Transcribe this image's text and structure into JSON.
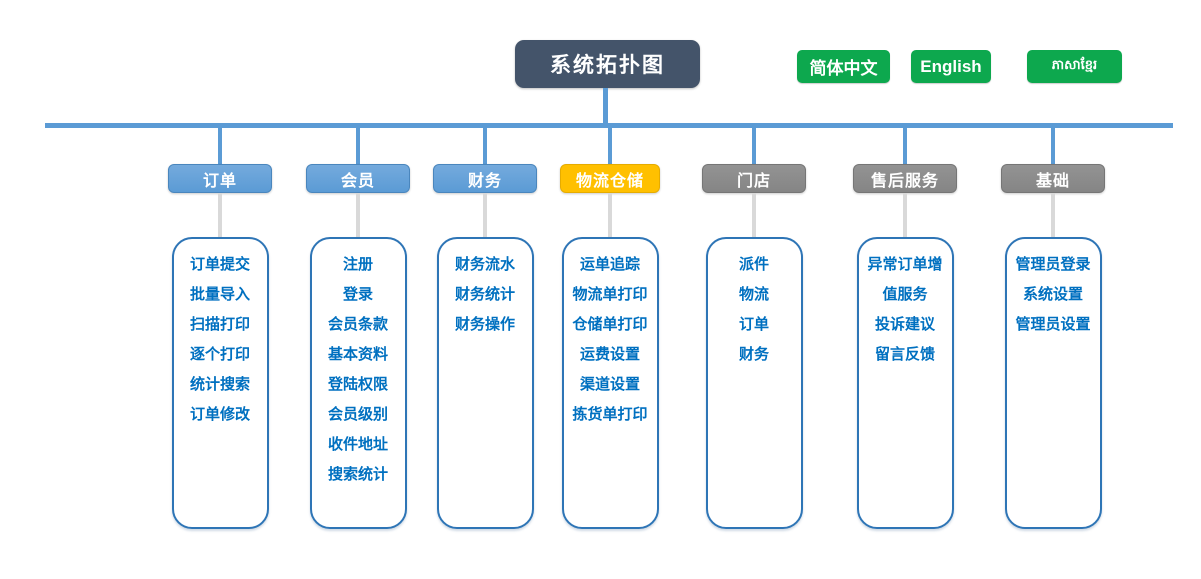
{
  "title": "系统拓扑图",
  "language_buttons": [
    {
      "id": "zh",
      "label": "简体中文"
    },
    {
      "id": "en",
      "label": "English"
    },
    {
      "id": "km",
      "label": "ភាសាខ្មែរ"
    }
  ],
  "colors": {
    "connector_blue": "#5B9BD5",
    "header_blue": "#5B9BD5",
    "header_yellow": "#FFC000",
    "header_gray": "#858585",
    "title_bg": "#44546A",
    "item_text": "#0070C0",
    "panel_border": "#2E75B6",
    "button_green": "#0DA84E",
    "stub_gray": "#D9D9D9"
  },
  "columns": [
    {
      "id": "orders",
      "label": "订单",
      "style": "blue",
      "items": [
        "订单提交",
        "批量导入",
        "扫描打印",
        "逐个打印",
        "统计搜索",
        "订单修改"
      ]
    },
    {
      "id": "members",
      "label": "会员",
      "style": "blue",
      "items": [
        "注册",
        "登录",
        "会员条款",
        "基本资料",
        "登陆权限",
        "会员级别",
        "收件地址",
        "搜索统计"
      ]
    },
    {
      "id": "finance",
      "label": "财务",
      "style": "blue",
      "items": [
        "财务流水",
        "财务统计",
        "财务操作"
      ]
    },
    {
      "id": "logistics-warehouse",
      "label": "物流仓储",
      "style": "yellow",
      "items": [
        "运单追踪",
        "物流单打印",
        "仓储单打印",
        "运费设置",
        "渠道设置",
        "拣货单打印"
      ]
    },
    {
      "id": "stores",
      "label": "门店",
      "style": "gray",
      "items": [
        "派件",
        "物流",
        "订单",
        "财务"
      ]
    },
    {
      "id": "after-sales",
      "label": "售后服务",
      "style": "gray",
      "items": [
        "异常订单增",
        "值服务",
        "投诉建议",
        "留言反馈"
      ]
    },
    {
      "id": "basic",
      "label": "基础",
      "style": "gray",
      "items": [
        "管理员登录",
        "系统设置",
        "管理员设置"
      ]
    }
  ]
}
